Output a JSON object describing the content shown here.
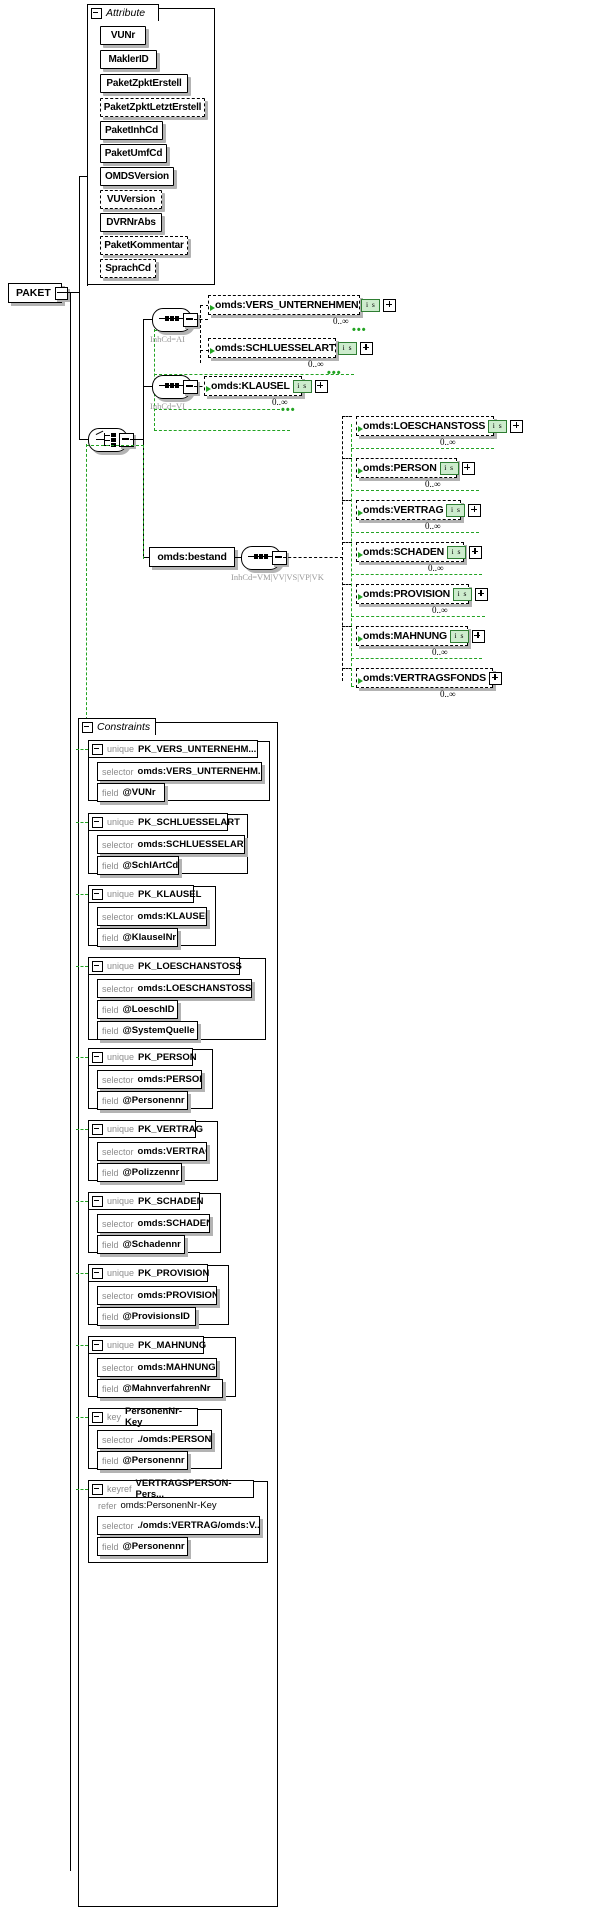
{
  "diagram": {
    "type": "xsd-schema-diagram",
    "root_element": "PAKET",
    "attribute_group_label": "Attribute",
    "constraints_group_label": "Constraints"
  },
  "attributes": [
    {
      "name": "VUNr",
      "optional": false
    },
    {
      "name": "MaklerID",
      "optional": false
    },
    {
      "name": "PaketZpktErstell",
      "optional": false
    },
    {
      "name": "PaketZpktLetztErstell",
      "optional": true
    },
    {
      "name": "PaketInhCd",
      "optional": false
    },
    {
      "name": "PaketUmfCd",
      "optional": false
    },
    {
      "name": "OMDSVersion",
      "optional": false
    },
    {
      "name": "VUVersion",
      "optional": true
    },
    {
      "name": "DVRNrAbs",
      "optional": false
    },
    {
      "name": "PaketKommentar",
      "optional": true
    },
    {
      "name": "SprachCd",
      "optional": true
    }
  ],
  "compositors": {
    "seq_ai_label": "InhCd=AI",
    "seq_vi_label": "InhCd=VI",
    "seq_bestand_label": "InhCd=VM|VV|VS|VP|VK",
    "choice_label": ""
  },
  "elements_ai": [
    {
      "name": "omds:VERS_UNTERNEHMEN",
      "badge": "i s",
      "cardinality": "0..∞"
    },
    {
      "name": "omds:SCHLUESSELART",
      "badge": "i s",
      "cardinality": "0..∞"
    }
  ],
  "elements_vi": [
    {
      "name": "omds:KLAUSEL",
      "badge": "i s",
      "cardinality": "0..∞"
    }
  ],
  "bestand": {
    "label": "omds:bestand",
    "children": [
      {
        "name": "omds:LOESCHANSTOSS",
        "badge": "i s",
        "cardinality": "0..∞"
      },
      {
        "name": "omds:PERSON",
        "badge": "i s",
        "cardinality": "0..∞"
      },
      {
        "name": "omds:VERTRAG",
        "badge": "i s",
        "cardinality": "0..∞"
      },
      {
        "name": "omds:SCHADEN",
        "badge": "i s",
        "cardinality": "0..∞"
      },
      {
        "name": "omds:PROVISION",
        "badge": "i s",
        "cardinality": "0..∞"
      },
      {
        "name": "omds:MAHNUNG",
        "badge": "i s",
        "cardinality": "0..∞"
      },
      {
        "name": "omds:VERTRAGSFONDS",
        "badge": "",
        "cardinality": "0..∞"
      }
    ]
  },
  "constraints": [
    {
      "kind": "unique",
      "name": "PK_VERS_UNTERNEHM...",
      "rows": [
        {
          "kw": "selector",
          "val": "omds:VERS_UNTERNEHM..."
        },
        {
          "kw": "field",
          "val": "@VUNr"
        }
      ]
    },
    {
      "kind": "unique",
      "name": "PK_SCHLUESSELART",
      "rows": [
        {
          "kw": "selector",
          "val": "omds:SCHLUESSELART"
        },
        {
          "kw": "field",
          "val": "@SchlArtCd"
        }
      ]
    },
    {
      "kind": "unique",
      "name": "PK_KLAUSEL",
      "rows": [
        {
          "kw": "selector",
          "val": "omds:KLAUSEL"
        },
        {
          "kw": "field",
          "val": "@KlauselNr"
        }
      ]
    },
    {
      "kind": "unique",
      "name": "PK_LOESCHANSTOSS",
      "rows": [
        {
          "kw": "selector",
          "val": "omds:LOESCHANSTOSS"
        },
        {
          "kw": "field",
          "val": "@LoeschID"
        },
        {
          "kw": "field",
          "val": "@SystemQuelle"
        }
      ]
    },
    {
      "kind": "unique",
      "name": "PK_PERSON",
      "rows": [
        {
          "kw": "selector",
          "val": "omds:PERSON"
        },
        {
          "kw": "field",
          "val": "@Personennr"
        }
      ]
    },
    {
      "kind": "unique",
      "name": "PK_VERTRAG",
      "rows": [
        {
          "kw": "selector",
          "val": "omds:VERTRAG"
        },
        {
          "kw": "field",
          "val": "@Polizzennr"
        }
      ]
    },
    {
      "kind": "unique",
      "name": "PK_SCHADEN",
      "rows": [
        {
          "kw": "selector",
          "val": "omds:SCHADEN"
        },
        {
          "kw": "field",
          "val": "@Schadennr"
        }
      ]
    },
    {
      "kind": "unique",
      "name": "PK_PROVISION",
      "rows": [
        {
          "kw": "selector",
          "val": "omds:PROVISION"
        },
        {
          "kw": "field",
          "val": "@ProvisionsID"
        }
      ]
    },
    {
      "kind": "unique",
      "name": "PK_MAHNUNG",
      "rows": [
        {
          "kw": "selector",
          "val": "omds:MAHNUNG"
        },
        {
          "kw": "field",
          "val": "@MahnverfahrenNr"
        }
      ]
    },
    {
      "kind": "key",
      "name": "PersonenNr-Key",
      "rows": [
        {
          "kw": "selector",
          "val": "./omds:PERSON"
        },
        {
          "kw": "field",
          "val": "@Personennr"
        }
      ]
    },
    {
      "kind": "keyref",
      "name": "VERTRAGSPERSON-Pers...",
      "refer": {
        "kw": "refer",
        "val": "omds:PersonenNr-Key"
      },
      "rows": [
        {
          "kw": "selector",
          "val": "./omds:VERTRAG/omds:V..."
        },
        {
          "kw": "field",
          "val": "@Personennr"
        }
      ]
    }
  ],
  "colors": {
    "green_accent": "#22a322",
    "badge_bg": "#cdeccd",
    "shadow": "#b3b3b3",
    "muted": "#9a9a9a"
  }
}
